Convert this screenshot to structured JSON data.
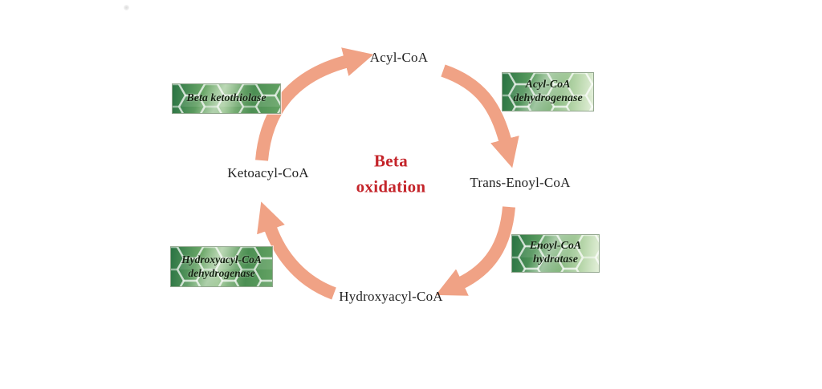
{
  "diagram": {
    "title": {
      "line1": "Beta",
      "line2": "oxidation"
    },
    "direction": "clockwise",
    "nodes": [
      {
        "id": "acyl-coa",
        "label": "Acyl-CoA",
        "position": "top"
      },
      {
        "id": "trans-enoyl-coa",
        "label": "Trans-Enoyl-CoA",
        "position": "right"
      },
      {
        "id": "hydroxyacyl-coa",
        "label": "Hydroxyacyl-CoA",
        "position": "bottom"
      },
      {
        "id": "ketoacyl-coa",
        "label": "Ketoacyl-CoA",
        "position": "left"
      }
    ],
    "enzymes": [
      {
        "id": "beta-ketothiolase",
        "label": "Beta ketothiolase",
        "position": "top-left"
      },
      {
        "id": "acyl-coa-dehydrogenase",
        "label": "Acyl-CoA dehydrogenase",
        "position": "top-right"
      },
      {
        "id": "enoyl-coa-hydratase",
        "label": "Enoyl-CoA hydratase",
        "position": "bottom-right"
      },
      {
        "id": "hydroxyacyl-coa-dehydrogenase",
        "label": "Hydroxyacyl-CoA dehydrogenase",
        "position": "bottom-left"
      }
    ],
    "colors": {
      "arrow_color": "#f0a285",
      "title_color": "#c4242a",
      "node_text": "#1f1f1f",
      "enzyme_text": "#152312",
      "enzyme_box_dark": "#2a7343",
      "enzyme_box_light": "#e4f0da"
    }
  }
}
